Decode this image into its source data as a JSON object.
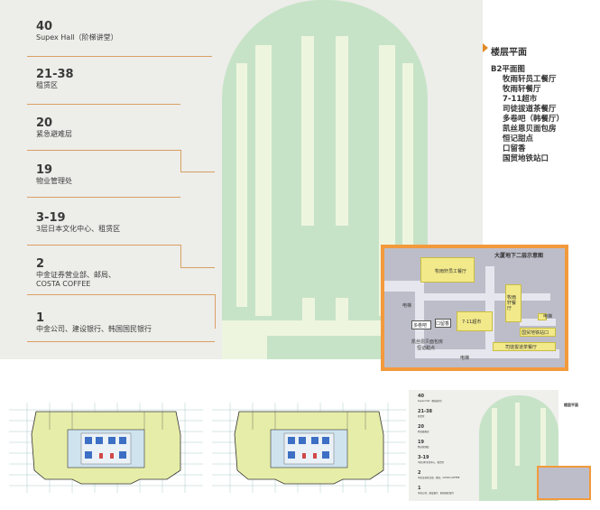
{
  "floors": [
    {
      "num": "40",
      "desc": "Supex Hall（阶梯讲堂）"
    },
    {
      "num": "21-38",
      "desc": "租赁区"
    },
    {
      "num": "20",
      "desc": "紧急避难层"
    },
    {
      "num": "19",
      "desc": "物业管理处"
    },
    {
      "num": "3-19",
      "desc": "3层日本文化中心、租赁区"
    },
    {
      "num": "2",
      "desc": "中金证券营业部、邮局、",
      "desc2": "COSTA COFFEE"
    },
    {
      "num": "1",
      "desc": "中金公司、建设银行、韩国国民银行"
    }
  ],
  "legend": {
    "title": "楼层平面",
    "lines": [
      "B2平面图",
      "牧雨轩员工餐厅",
      "牧雨轩餐厅",
      "7-11超市",
      "司徒拔道茶餐厅",
      "多卷吧（韩餐厅）",
      "凯丝恩贝面包房",
      "恒记甜点",
      "口留香",
      "国贸地铁站口"
    ]
  },
  "map": {
    "title": "大厦地下二层示意图",
    "labels": {
      "staff_canteen": "牧雨轩员工餐厅",
      "canteen": "牧雨轩餐厅",
      "elevator": "电梯",
      "elevator2": "电梯",
      "elevator3": "电梯",
      "korean": "多卷吧",
      "kouliu": "口留香",
      "seven": "7-11超市",
      "bakery": "凯丝恩贝面包房",
      "dessert": "恒记甜点",
      "metro": "国贸地铁站口",
      "tea": "司徒拔道茶餐厅"
    }
  },
  "thumb": {
    "floors": [
      {
        "num": "40",
        "desc": "Supex Hall（阶梯讲堂）"
      },
      {
        "num": "21-38",
        "desc": "租赁区"
      },
      {
        "num": "20",
        "desc": "紧急避难层"
      },
      {
        "num": "19",
        "desc": "物业管理处"
      },
      {
        "num": "3-19",
        "desc": "3层日本文化中心、租赁区"
      },
      {
        "num": "2",
        "desc": "中金证券营业部、邮局、COSTA COFFEE"
      },
      {
        "num": "1",
        "desc": "中金公司、建设银行、韩国国民银行"
      }
    ],
    "legend_title": "楼层平面"
  },
  "colors": {
    "tower_green": "#c7e3c7",
    "tower_light": "#eef5df",
    "leader": "#d9a062",
    "accent": "#e08a28",
    "map_frame": "#f29a3c",
    "map_block": "#f2e98a"
  }
}
